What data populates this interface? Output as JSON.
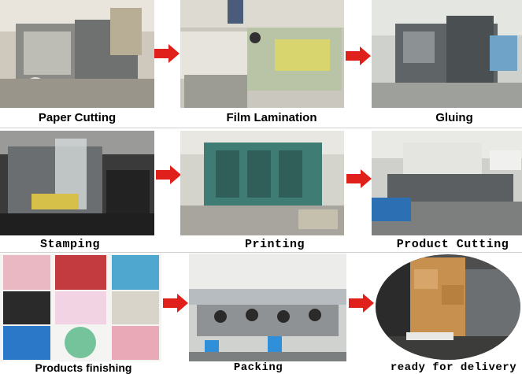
{
  "steps": [
    {
      "label": "Paper Cutting"
    },
    {
      "label": "Film Lamination"
    },
    {
      "label": "Gluing"
    },
    {
      "label": "Stamping"
    },
    {
      "label": "Printing"
    },
    {
      "label": "Product Cutting"
    },
    {
      "label": "Products finishing"
    },
    {
      "label": "Packing"
    },
    {
      "label": "ready for delivery"
    }
  ],
  "colors": {
    "arrow": "#e0201b",
    "factory_wall": "#d9d6cf",
    "machine_gray": "#7b7f80",
    "machine_green": "#3f7d74"
  }
}
